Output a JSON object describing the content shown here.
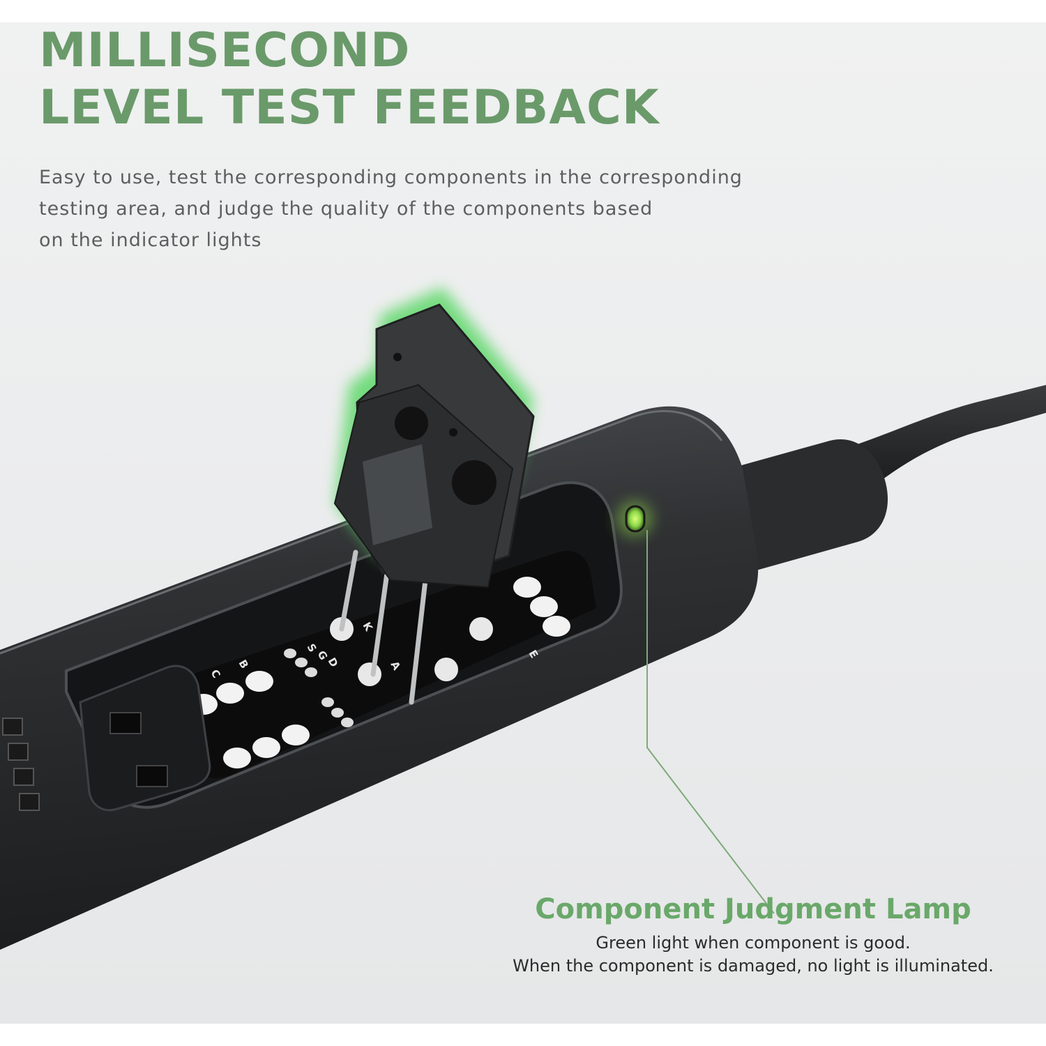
{
  "headline": {
    "line1": "MILLISECOND",
    "line2": "LEVEL TEST FEEDBACK"
  },
  "description": {
    "line1": "Easy to use, test the corresponding components in the corresponding",
    "line2": "testing area, and judge the quality of the components based",
    "line3": "on the indicator lights"
  },
  "callout": {
    "title": "Component Judgment Lamp",
    "line1": "Green light when component is good.",
    "line2": "When the component is damaged, no light is illuminated."
  },
  "colors": {
    "headline": "#6a9a6a",
    "callout_title": "#6aa86a",
    "indicator_lamp": "#8ed64a",
    "glow": "#5fd86a"
  },
  "pcb_labels": {
    "l1": "S",
    "l2": "G",
    "l3": "D",
    "l4": "B",
    "l5": "E",
    "l6": "C",
    "l7": "K",
    "l8": "A",
    "l9": "E"
  }
}
